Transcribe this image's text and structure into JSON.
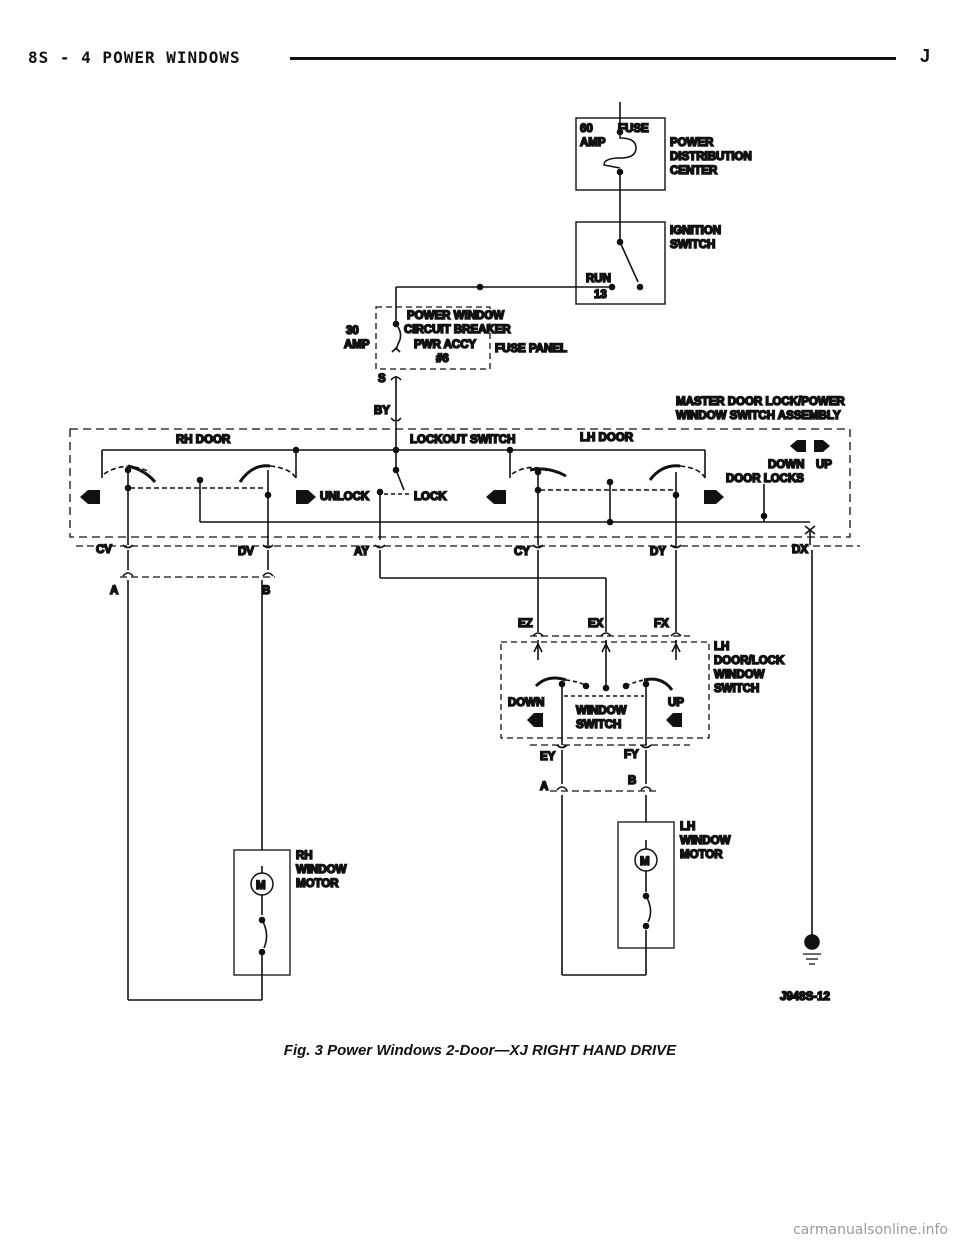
{
  "header": {
    "section": "8S - 4    POWER WINDOWS",
    "right_letter": "J"
  },
  "labels": {
    "fuse_amp": "60",
    "fuse_amp_unit": "AMP",
    "fuse": "FUSE",
    "pdc_1": "POWER",
    "pdc_2": "DISTRIBUTION",
    "pdc_3": "CENTER",
    "ign_1": "IGNITION",
    "ign_2": "SWITCH",
    "run": "RUN",
    "run_num": "13",
    "cb_1": "POWER WINDOW",
    "cb_2": "CIRCUIT BREAKER",
    "cb_3": "PWR ACCY",
    "cb_4": "#6",
    "cb_amp": "30",
    "cb_amp_unit": "AMP",
    "fuse_panel": "FUSE PANEL",
    "s": "S",
    "by": "BY",
    "master_1": "MASTER DOOR LOCK/POWER",
    "master_2": "WINDOW SWITCH ASSEMBLY",
    "rh_door": "RH DOOR",
    "lockout": "LOCKOUT SWITCH",
    "lh_door": "LH DOOR",
    "down": "DOWN",
    "up": "UP",
    "door_locks": "DOOR LOCKS",
    "unlock": "UNLOCK",
    "lock": "LOCK",
    "cv": "CV",
    "dv": "DV",
    "ay": "AY",
    "cy": "CY",
    "dy": "DY",
    "dx": "DX",
    "a": "A",
    "b": "B",
    "ez": "EZ",
    "ex": "EX",
    "fx": "FX",
    "lhsw_1": "LH",
    "lhsw_2": "DOOR/LOCK",
    "lhsw_3": "WINDOW",
    "lhsw_4": "SWITCH",
    "sw_down": "DOWN",
    "sw_up": "UP",
    "ws_1": "WINDOW",
    "ws_2": "SWITCH",
    "ey": "EY",
    "fy": "FY",
    "a2": "A",
    "b2": "B",
    "lhm_1": "LH",
    "lhm_2": "WINDOW",
    "lhm_3": "MOTOR",
    "rhm_1": "RH",
    "rhm_2": "WINDOW",
    "rhm_3": "MOTOR",
    "motor_m": "M",
    "code": "J948S-12"
  },
  "caption": "Fig. 3 Power Windows 2-Door—XJ RIGHT HAND DRIVE",
  "watermark": "carmanualsonline.info"
}
